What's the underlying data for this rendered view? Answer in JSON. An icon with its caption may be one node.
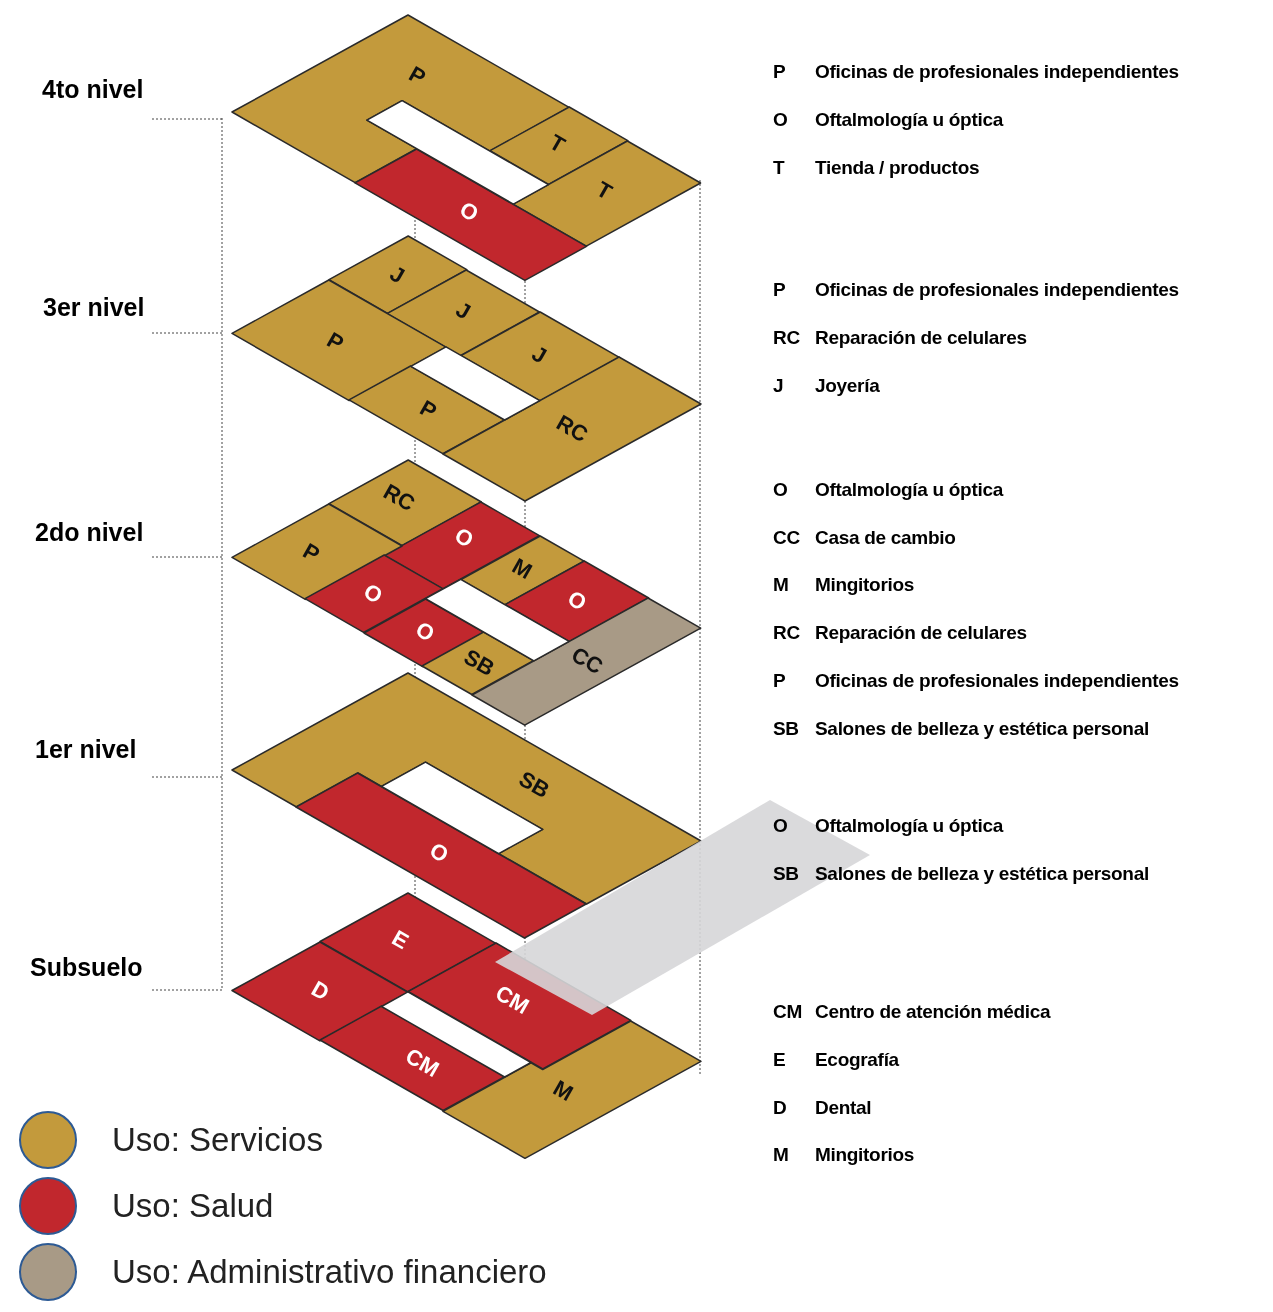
{
  "diagram": {
    "nodes": [
      {
        "text": [
          "P"
        ]
      },
      {
        "text": [
          "T"
        ]
      },
      {
        "text": [
          "T"
        ]
      },
      {
        "text": [
          "O"
        ]
      },
      {
        "text": [
          "J"
        ]
      },
      {
        "text": [
          "J"
        ]
      },
      {
        "text": [
          "J"
        ]
      },
      {
        "text": [
          "P"
        ]
      },
      {
        "text": [
          "P"
        ]
      },
      {
        "text": [
          "RC"
        ]
      },
      {
        "text": [
          "RC"
        ]
      },
      {
        "text": [
          "O"
        ]
      },
      {
        "text": [
          "P"
        ]
      },
      {
        "text": [
          "M"
        ]
      },
      {
        "text": [
          "O"
        ]
      },
      {
        "text": [
          "O"
        ]
      },
      {
        "text": [
          "O"
        ]
      },
      {
        "text": [
          "SB"
        ]
      },
      {
        "text": [
          "CC"
        ]
      },
      {
        "text": [
          "SB"
        ]
      },
      {
        "text": [
          "O"
        ]
      },
      {
        "text": [
          "E"
        ]
      },
      {
        "text": [
          "D"
        ]
      },
      {
        "text": [
          "CM"
        ]
      },
      {
        "text": [
          "CM"
        ]
      },
      {
        "text": [
          "M"
        ]
      }
    ],
    "labels": [
      "4to nivel",
      "P",
      "Oficinas de profesionales independientes",
      "O",
      "Oftalmología u óptica",
      "T",
      "Tienda / productos",
      "3er nivel",
      "P",
      "Oficinas de profesionales independientes",
      "RC",
      "Reparación de celulares",
      "J",
      "Joyería",
      "2do nivel",
      "O",
      "Oftalmología u óptica",
      "CC",
      "Casa de cambio",
      "M",
      "Mingitorios",
      "RC",
      "Reparación de celulares",
      "P",
      "Oficinas de profesionales independientes",
      "SB",
      "Salones de belleza y estética personal",
      "1er nivel",
      "O",
      "Oftalmología u óptica",
      "SB",
      "Salones de belleza y estética personal",
      "Subsuelo",
      "CM",
      "Centro de atención médica",
      "E",
      "Ecografía",
      "D",
      "Dental",
      "M",
      "Mingitorios"
    ],
    "legend": [
      {
        "text": "Uso: Servicios",
        "color": "#c39a3c"
      },
      {
        "text": "Uso: Salud",
        "color": "#c1272d"
      },
      {
        "text": "Uso: Administrativo financiero",
        "color": "#a89a86"
      }
    ]
  }
}
